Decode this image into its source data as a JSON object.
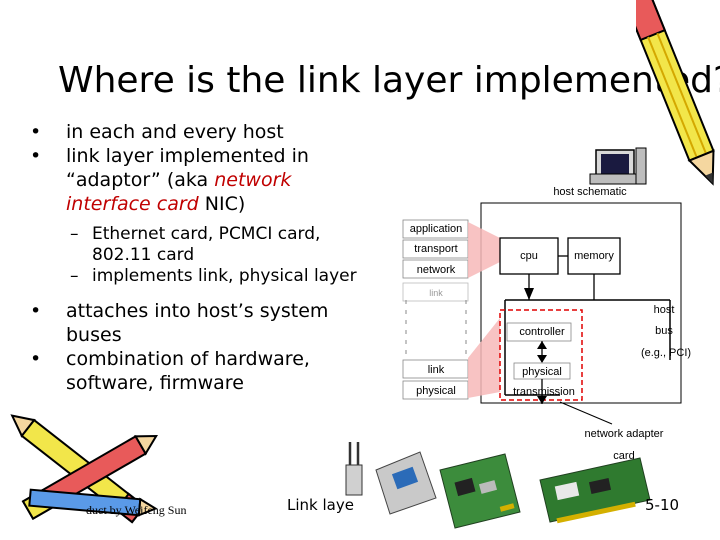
{
  "slide": {
    "title": "Where is the link layer implemented?",
    "bullets": [
      {
        "dot": "•",
        "text": "in each and every host"
      },
      {
        "dot": "•",
        "pre": "link layer implemented in “adaptor” (aka ",
        "em": "network interface card",
        "post": " NIC)"
      }
    ],
    "sub_bullets": [
      {
        "dash": "–",
        "text": "Ethernet card, PCMCI card, 802.11 card"
      },
      {
        "dash": "–",
        "text": "implements link, physical layer"
      }
    ],
    "bullets2": [
      {
        "dot": "•",
        "text": "attaches into host’s system buses"
      },
      {
        "dot": "•",
        "text": "combination of hardware, software, firmware"
      }
    ]
  },
  "diagram": {
    "host_schematic": "host schematic",
    "stack": [
      "application",
      "transport",
      "network",
      "link",
      "link",
      "physical"
    ],
    "cpu": "cpu",
    "memory": "memory",
    "host_bus": [
      "host",
      "bus",
      "(e.g., PCI)"
    ],
    "controller": "controller",
    "physical": "physical",
    "transmission": "transmission",
    "adapter": [
      "network adapter",
      "card"
    ]
  },
  "footer": {
    "left": "duct by Weifeng Sun",
    "middle": "Link laye",
    "right": "5-10"
  },
  "colors": {
    "red_text": "#c00000",
    "red_box": "#e00000",
    "highlight": "#f7b8b8"
  }
}
